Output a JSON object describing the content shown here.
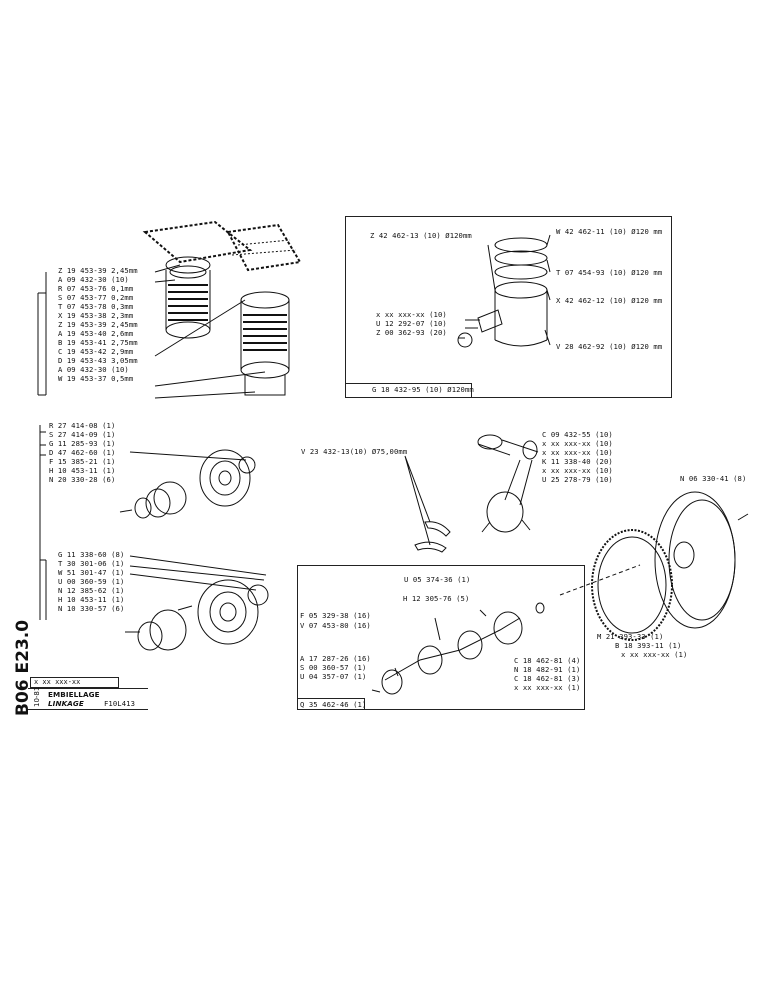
{
  "cylinders": {
    "labels": [
      "Z 19 453-39 2,45mm",
      "A 09 432-30 (10)",
      "R 07 453-76 0,1mm",
      "S 07 453-77 0,2mm",
      "T 07 453-78 0,3mm",
      "X 19 453-38 2,3mm",
      "Z 19 453-39 2,45mm",
      "A 19 453-40 2,6mm",
      "B 19 453-41 2,75mm",
      "C 19 453-42 2,9mm",
      "D 19 453-43 3,05mm",
      "A 09 432-30 (10)",
      "W 19 453-37 0,5mm"
    ]
  },
  "piston": {
    "left_top": "Z 42 462-13 (10) Ø120mm",
    "left_bottom": [
      "x xx xxx-xx (10)",
      "U 12 292-07 (10)",
      "Z 00 362-93 (20)"
    ],
    "right": [
      "W 42 462-11 (10) Ø120 mm",
      "T 07 454-93 (10) Ø120 mm",
      "X 42 462-12 (10) Ø120 mm",
      "V 28 462-92 (10) Ø120 mm"
    ],
    "footer": "G 18 432-95 (10) Ø120mm"
  },
  "front": {
    "labels": [
      "R 27 414-08 (1)",
      "S 27 414-09 (1)",
      "G 11 285-93 (1)",
      "D 47 462-60 (1)",
      "F 15 385-21 (1)",
      "H 10 453-11 (1)",
      "N 20 330-28 (6)"
    ]
  },
  "rear": {
    "labels": [
      "G 11 338-60 (8)",
      "T 30 301-06 (1)",
      "W 51 301-47 (1)",
      "U 00 360-59 (1)",
      "N 12 385-62 (1)",
      "H 10 453-11 (1)",
      "N 10 330-57 (6)"
    ]
  },
  "bearing": {
    "label": "V 23 432-13(10) Ø75,00mm"
  },
  "conrod": {
    "labels": [
      "C 09 432-55 (10)",
      "x xx xxx-xx (10)",
      "x xx xxx-xx (10)",
      "K 11 338-40 (20)",
      "x xx xxx-xx (10)",
      "U 25 278-79 (10)"
    ]
  },
  "flywheel": {
    "bolt": "N 06 330-41 (8)",
    "labels": [
      "M 21 393-33 (1)",
      "B 18 393-11 (1)",
      "x xx xxx-xx (1)"
    ]
  },
  "crank": {
    "labels": [
      "U 05 374-36 (1)",
      "H 12 305-76 (5)",
      "F 05 329-38 (16)",
      "V 07 453-80 (16)",
      "A 17 287-26 (16)",
      "S 00 360-57 (1)",
      "U 04 357-07 (1)",
      "C 18 462-81 (4)",
      "N 18 482-91 (1)",
      "C 18 462-81 (3)",
      "x xx xxx-xx (1)"
    ],
    "footer": "Q 35 462-46 (1)"
  },
  "titleblock": {
    "code": "x xx xxx-xx",
    "section": "B06 E23.0",
    "date": "10-81",
    "title_fr": "EMBIELLAGE",
    "title_en": "LINKAGE",
    "model": "F10L413"
  }
}
